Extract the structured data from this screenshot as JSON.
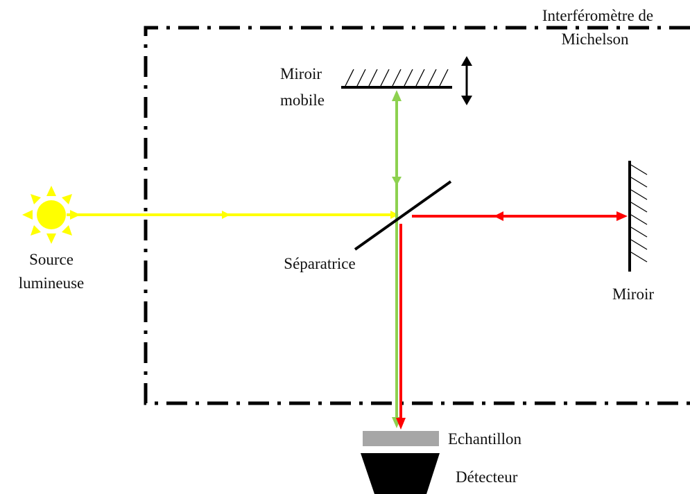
{
  "labels": {
    "title_line1": "Interféromètre de",
    "title_line2": "Michelson",
    "mobile_mirror_line1": "Miroir",
    "mobile_mirror_line2": "mobile",
    "source_line1": "Source",
    "source_line2": "lumineuse",
    "beam_splitter": "Séparatrice",
    "fixed_mirror": "Miroir",
    "sample": "Echantillon",
    "detector": "Détecteur"
  },
  "colors": {
    "source_beam": "#ffff00",
    "mobile_arm_beam": "#8dd14f",
    "fixed_arm_beam": "#ff0000",
    "sun": "#ffff00",
    "sample": "#a6a6a6",
    "detector": "#000000",
    "frame": "#000000"
  },
  "icons": {
    "source": "sun-icon",
    "movement": "double-arrow-vertical-icon"
  }
}
